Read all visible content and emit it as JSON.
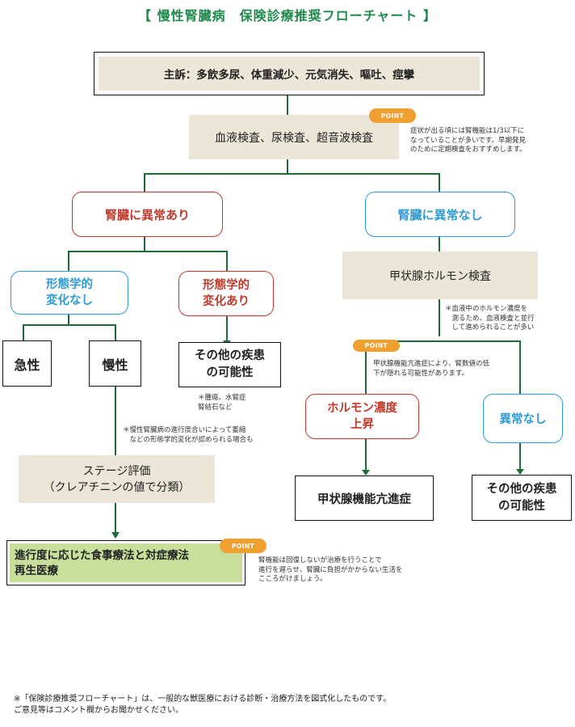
{
  "title": "【 慢性腎臓病　保険診療推奨フローチャート 】",
  "point_label": "POINT",
  "nodes": {
    "chief_complaint": "主訴：多飲多尿、体重減少、元気消失、嘔吐、痙攣",
    "tests": "血液検査、尿検査、超音波検査",
    "renal_abnormal": "腎臓に異常あり",
    "renal_normal": "腎臓に異常なし",
    "no_morph_change": "形態学的\n変化なし",
    "morph_change": "形態学的\n変化あり",
    "acute": "急性",
    "chronic": "慢性",
    "other_disease_left": "その他の疾患\nの可能性",
    "staging": "ステージ評価\n（クレアチニンの値で分類）",
    "treatment": "進行度に応じた食事療法と対症療法\n再生医療",
    "thyroid_test": "甲状腺ホルモン検査",
    "hormone_high": "ホルモン濃度\n上昇",
    "no_abnormality": "異常なし",
    "hyperthyroid": "甲状腺機能亢進症",
    "other_disease_right": "その他の疾患\nの可能性"
  },
  "notes": {
    "tests_point": "症状が出る頃には腎機能は1/3以下に\nなっていることが多いです。早期発見\nのために定期検査をおすすめします。",
    "other_examples": "＊腫瘍、水腎症\n腎結石など",
    "chronic_note": "＊慢性腎臓病の進行度合いによって萎縮\n　などの形態学的変化が認められる場合も",
    "thyroid_note": "＊血液中のホルモン濃度を\n　測るため、血液検査と並行\n　して進められることが多い",
    "hormone_point": "甲状腺機能亢進症により、腎数値の低\n下が隠れる可能性があります。",
    "treatment_point": "腎機能は回復しないが治療を行うことで\n進行を遅らせ、腎臓に負担がかからない生活を\nこころがけましょう。",
    "footer": "※「保険診療推奨フローチャート」は、一般的な獣医療における診断・治療方法を図式化したものです。\nご意見等はコメント欄からお聞かせください。"
  },
  "colors": {
    "line": "#1e6b3a",
    "accent_red": "#c0392b",
    "accent_blue": "#2e9bd6",
    "point": "#f0a030",
    "beige": "#ebe6d8",
    "green_box": "#c7df9a",
    "title": "#1f8a4c"
  }
}
